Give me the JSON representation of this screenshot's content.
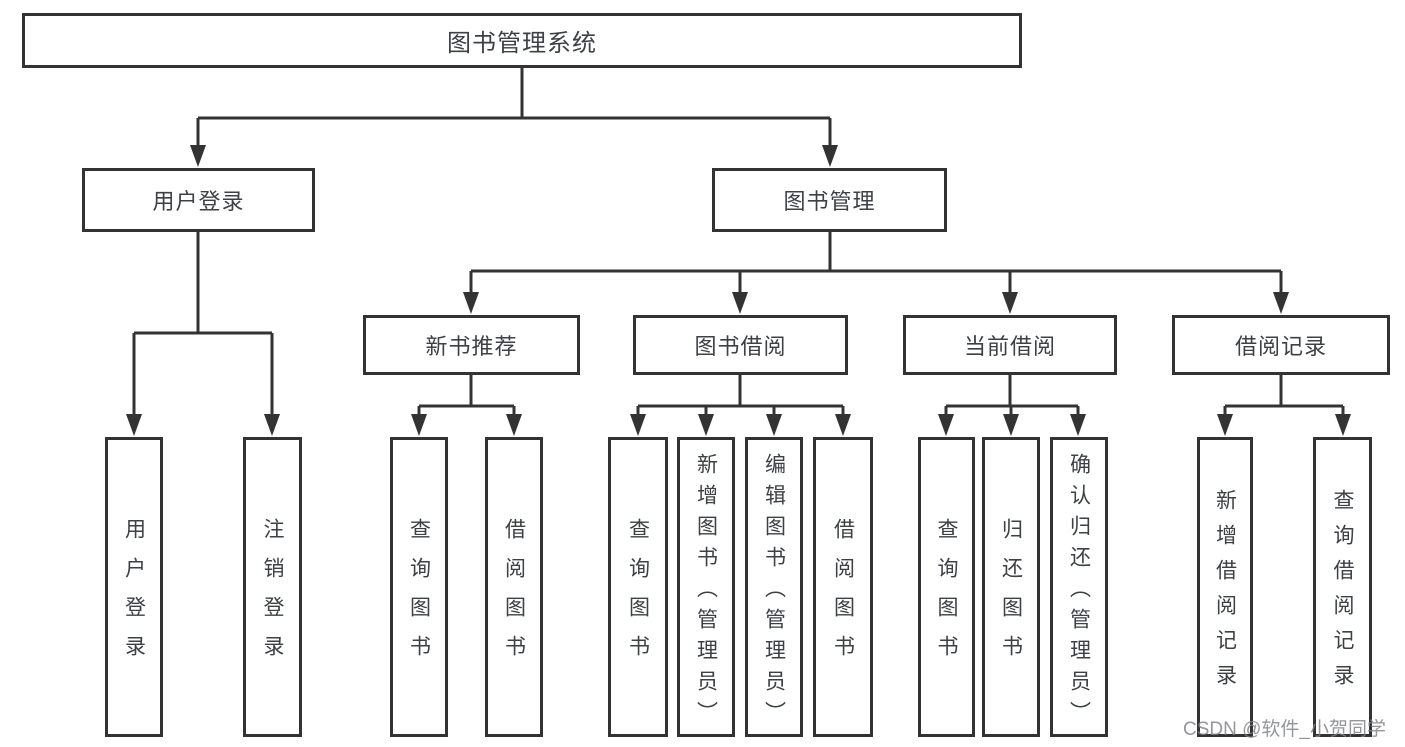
{
  "diagram": {
    "title": "图书管理系统",
    "tree": {
      "label": "图书管理系统",
      "children": [
        {
          "label": "用户登录",
          "children": [
            {
              "label": "用户登录"
            },
            {
              "label": "注销登录"
            }
          ]
        },
        {
          "label": "图书管理",
          "children": [
            {
              "label": "新书推荐",
              "children": [
                {
                  "label": "查询图书"
                },
                {
                  "label": "借阅图书"
                }
              ]
            },
            {
              "label": "图书借阅",
              "children": [
                {
                  "label": "查询图书"
                },
                {
                  "label": "新增图书（管理员）"
                },
                {
                  "label": "编辑图书（管理员）"
                },
                {
                  "label": "借阅图书"
                }
              ]
            },
            {
              "label": "当前借阅",
              "children": [
                {
                  "label": "查询图书"
                },
                {
                  "label": "归还图书"
                },
                {
                  "label": "确认归还（管理员）"
                }
              ]
            },
            {
              "label": "借阅记录",
              "children": [
                {
                  "label": "新增借阅记录"
                },
                {
                  "label": "查询借阅记录"
                }
              ]
            }
          ]
        }
      ]
    }
  },
  "watermark": {
    "text": "CSDN @软件_小贺同学"
  },
  "colors": {
    "line": "#333333",
    "box_border": "#333333",
    "text": "#3d4045",
    "watermark": "#828488",
    "background": "#ffffff"
  }
}
